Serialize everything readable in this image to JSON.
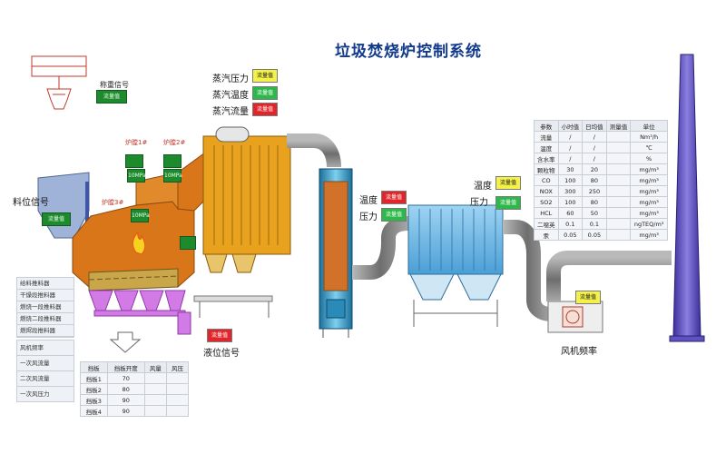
{
  "title": "垃圾焚烧炉控制系统",
  "weight_signal": {
    "label": "称重信号",
    "badge": "流量值"
  },
  "material_signal": {
    "label": "料位信号",
    "badge": "流量值"
  },
  "furnace_labels": {
    "f1": "炉膛1#",
    "f2": "炉膛2#",
    "f3": "炉膛3#"
  },
  "pressure_tags": {
    "p1": "10MPa",
    "p2": "10MPa",
    "p3": "10MPa"
  },
  "steam": {
    "pressure_label": "蒸汽压力",
    "pressure_badge": "流量值",
    "temp_label": "蒸汽温度",
    "temp_badge": "流量值",
    "flow_label": "蒸汽流量",
    "flow_badge": "流量值"
  },
  "reactor": {
    "temp_label": "温度",
    "temp_badge": "流量值",
    "pressure_label": "压力",
    "pressure_badge": "流量值"
  },
  "filter": {
    "temp_label": "温度",
    "temp_badge": "流量值",
    "pressure_label": "压力",
    "pressure_badge": "流量值"
  },
  "level_signal": {
    "label": "液位信号",
    "badge": "流量值"
  },
  "fan": {
    "label": "风机频率",
    "badge": "流量值"
  },
  "grate_panel": {
    "items": [
      "给料推料器",
      "干燥段推料器",
      "燃烧一段推料器",
      "燃烧二段推料器",
      "燃烬段推料器"
    ]
  },
  "fan_panel": {
    "title": "风机频率",
    "items": [
      "一次风流量",
      "二次风流量",
      "一次风压力"
    ]
  },
  "damper_table": {
    "headers": [
      "挡板",
      "挡板开度",
      "风量",
      "风压"
    ],
    "rows": [
      [
        "挡板1",
        "70",
        "",
        ""
      ],
      [
        "挡板2",
        "80",
        "",
        ""
      ],
      [
        "挡板3",
        "90",
        "",
        ""
      ],
      [
        "挡板4",
        "90",
        "",
        ""
      ]
    ]
  },
  "emission_table": {
    "headers": [
      "参数",
      "小时值",
      "日均值",
      "测量值",
      "单位"
    ],
    "rows": [
      [
        "流量",
        "/",
        "/",
        "",
        "Nm³/h"
      ],
      [
        "温度",
        "/",
        "/",
        "",
        "℃"
      ],
      [
        "含水率",
        "/",
        "/",
        "",
        "%"
      ],
      [
        "颗粒物",
        "30",
        "20",
        "",
        "mg/m³"
      ],
      [
        "CO",
        "100",
        "80",
        "",
        "mg/m³"
      ],
      [
        "NOX",
        "300",
        "250",
        "",
        "mg/m³"
      ],
      [
        "SO2",
        "100",
        "80",
        "",
        "mg/m³"
      ],
      [
        "HCL",
        "60",
        "50",
        "",
        "mg/m³"
      ],
      [
        "二噁英",
        "0.1",
        "0.1",
        "",
        "ngTEQ/m³"
      ],
      [
        "汞",
        "0.05",
        "0.05",
        "",
        "mg/m³"
      ]
    ]
  },
  "colors": {
    "title": "#123a8c",
    "furnace": "#d9761a",
    "boiler": "#e8a21d",
    "pipe": "#8a8a8a",
    "stack": "#5a4db8"
  }
}
